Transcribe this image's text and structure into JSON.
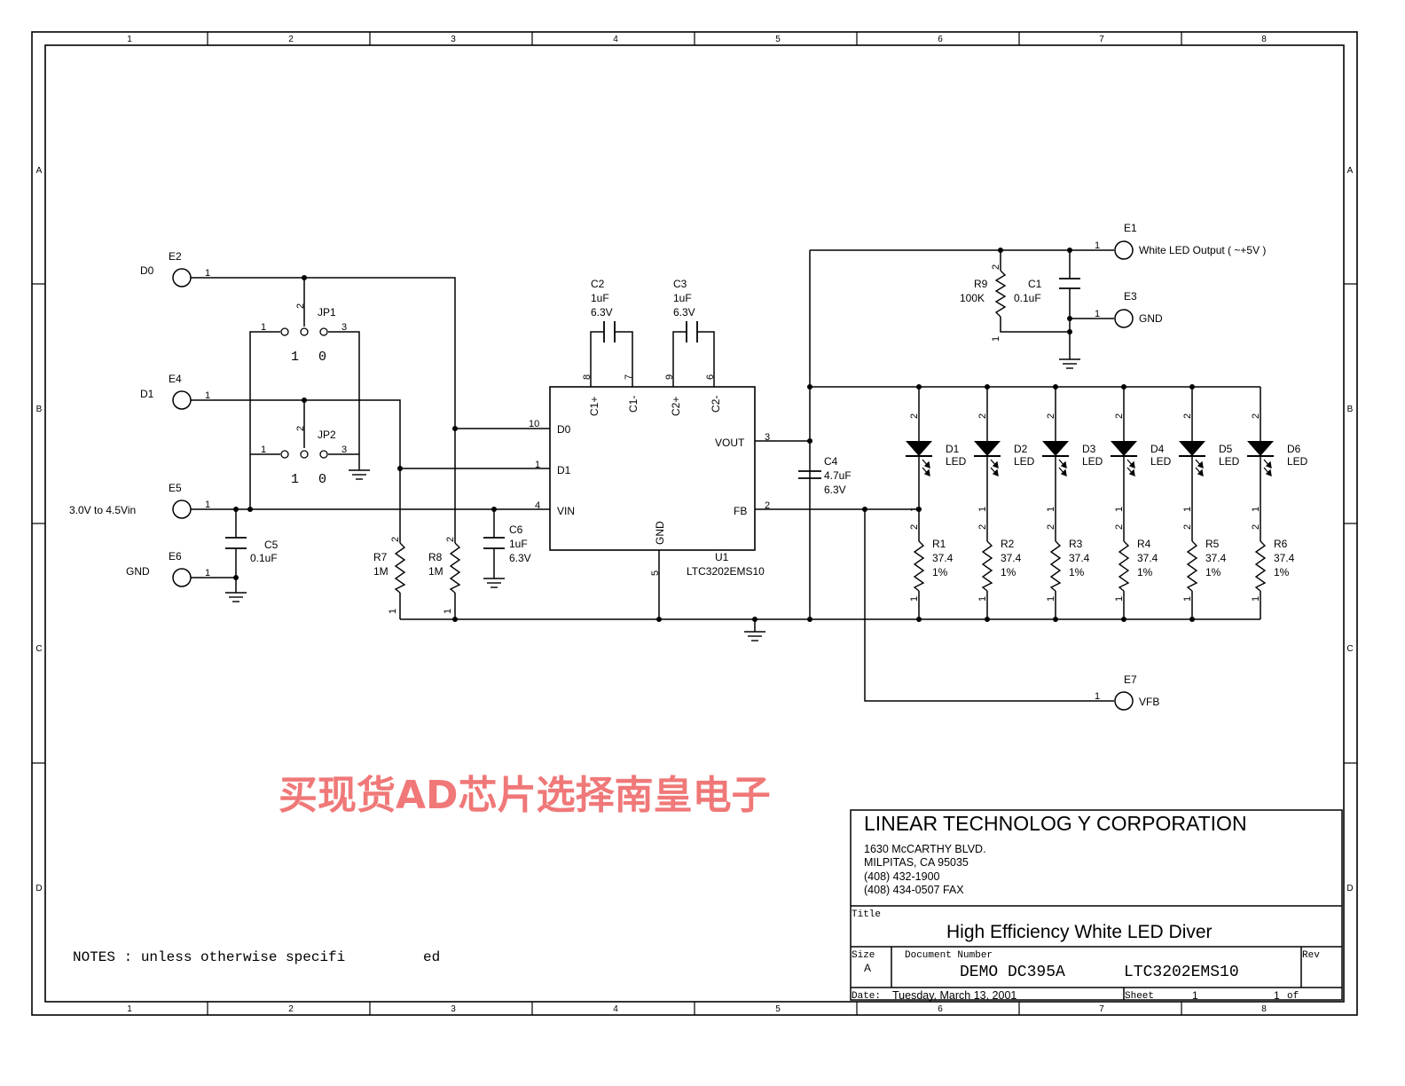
{
  "border": {
    "columns": [
      "1",
      "2",
      "3",
      "4",
      "5",
      "6",
      "7",
      "8"
    ],
    "rows": [
      "A",
      "B",
      "C",
      "D"
    ]
  },
  "inputs": {
    "E2": {
      "ref": "E2",
      "net": "D0",
      "pin": "1"
    },
    "E4": {
      "ref": "E4",
      "net": "D1",
      "pin": "1"
    },
    "E5": {
      "ref": "E5",
      "net": "3.0V to 4.5Vin",
      "pin": "1"
    },
    "E6": {
      "ref": "E6",
      "net": "GND",
      "pin": "1"
    }
  },
  "outputs": {
    "E1": {
      "ref": "E1",
      "net": "White LED Output ( ~+5V )",
      "pin": "1"
    },
    "E3": {
      "ref": "E3",
      "net": "GND",
      "pin": "1"
    },
    "E7": {
      "ref": "E7",
      "net": "VFB",
      "pin": "1"
    }
  },
  "jumpers": {
    "JP1": {
      "ref": "JP1",
      "pin1": "1",
      "pin2": "2",
      "pin3": "3",
      "pos1": "1",
      "pos0": "0"
    },
    "JP2": {
      "ref": "JP2",
      "pin1": "1",
      "pin2": "2",
      "pin3": "3",
      "pos1": "1",
      "pos0": "0"
    }
  },
  "caps": {
    "C1": {
      "ref": "C1",
      "value": "0.1uF"
    },
    "C2": {
      "ref": "C2",
      "value": "1uF",
      "voltage": "6.3V"
    },
    "C3": {
      "ref": "C3",
      "value": "1uF",
      "voltage": "6.3V"
    },
    "C4": {
      "ref": "C4",
      "value": "4.7uF",
      "voltage": "6.3V"
    },
    "C5": {
      "ref": "C5",
      "value": "0.1uF"
    },
    "C6": {
      "ref": "C6",
      "value": "1uF",
      "voltage": "6.3V"
    }
  },
  "resistors": {
    "R7": {
      "ref": "R7",
      "value": "1M",
      "pin_top": "2",
      "pin_bot": "1"
    },
    "R8": {
      "ref": "R8",
      "value": "1M",
      "pin_top": "2",
      "pin_bot": "1"
    },
    "R9": {
      "ref": "R9",
      "value": "100K",
      "pin_top": "2",
      "pin_bot": "1"
    }
  },
  "led_strings": [
    {
      "led": "D1",
      "led_value": "LED",
      "res": "R1",
      "res_value": "37.4",
      "tol": "1%"
    },
    {
      "led": "D2",
      "led_value": "LED",
      "res": "R2",
      "res_value": "37.4",
      "tol": "1%"
    },
    {
      "led": "D3",
      "led_value": "LED",
      "res": "R3",
      "res_value": "37.4",
      "tol": "1%"
    },
    {
      "led": "D4",
      "led_value": "LED",
      "res": "R4",
      "res_value": "37.4",
      "tol": "1%"
    },
    {
      "led": "D5",
      "led_value": "LED",
      "res": "R5",
      "res_value": "37.4",
      "tol": "1%"
    },
    {
      "led": "D6",
      "led_value": "LED",
      "res": "R6",
      "res_value": "37.4",
      "tol": "1%"
    }
  ],
  "pin_numbers": {
    "two": "2",
    "one": "1"
  },
  "ic": {
    "ref": "U1",
    "part": "LTC3202EMS10",
    "pins": {
      "d0": {
        "name": "D0",
        "num": "10"
      },
      "d1": {
        "name": "D1",
        "num": "1"
      },
      "vin": {
        "name": "VIN",
        "num": "4"
      },
      "vout": {
        "name": "VOUT",
        "num": "3"
      },
      "fb": {
        "name": "FB",
        "num": "2"
      },
      "gnd": {
        "name": "GND",
        "num": "5"
      },
      "c1p": {
        "name": "C1+",
        "num": "8"
      },
      "c1m": {
        "name": "C1-",
        "num": "7"
      },
      "c2p": {
        "name": "C2+",
        "num": "9"
      },
      "c2m": {
        "name": "C2-",
        "num": "6"
      }
    }
  },
  "watermark": "买现货AD芯片选择南皇电子",
  "notes": {
    "left": "NOTES : unless otherwise specifi",
    "right": "ed"
  },
  "title_block": {
    "company": "LINEAR TECHNOLOG Y CORPORATION",
    "address1": "1630 McCARTHY BLVD.",
    "address2": "MILPITAS, CA  95035",
    "phone": "(408) 432-1900",
    "fax": "(408) 434-0507 FAX",
    "title_label": "Title",
    "title": "High Efficiency White LED Diver",
    "size_label": "Size",
    "size": "A",
    "docnum_label": "Document Number",
    "doc_demo": "DEMO DC395A",
    "doc_part": "LTC3202EMS10",
    "rev_label": "Rev",
    "date_label": "Date:",
    "date": "Tuesday, March 13, 2001",
    "sheet_label": "Sheet",
    "sheet": "1",
    "of_value": "1",
    "of_label": "of"
  }
}
